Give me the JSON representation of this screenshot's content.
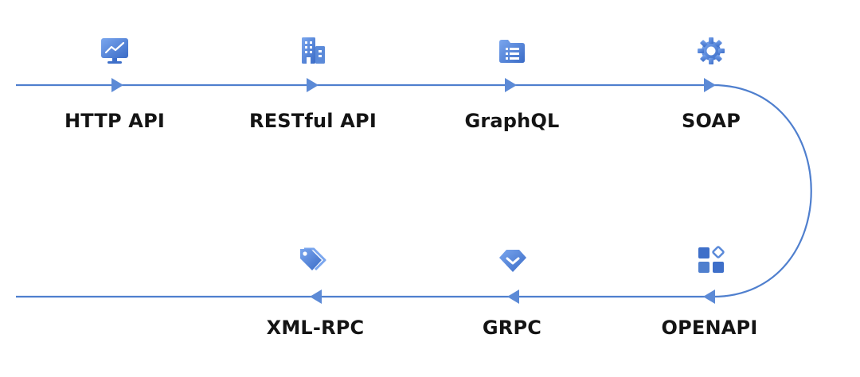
{
  "colors": {
    "line": "#4f7fce",
    "icon_light": "#6b9be8",
    "icon_dark": "#3e6fc9",
    "label": "#141414"
  },
  "stages": [
    {
      "label": "HTTP API",
      "icon": "monitor-chart-icon"
    },
    {
      "label": "RESTful API",
      "icon": "building-icon"
    },
    {
      "label": "GraphQL",
      "icon": "folder-list-icon"
    },
    {
      "label": "SOAP",
      "icon": "gear-icon"
    },
    {
      "label": "OPENAPI",
      "icon": "app-grid-icon"
    },
    {
      "label": "GRPC",
      "icon": "shield-check-icon"
    },
    {
      "label": "XML-RPC",
      "icon": "price-tag-icon"
    }
  ]
}
